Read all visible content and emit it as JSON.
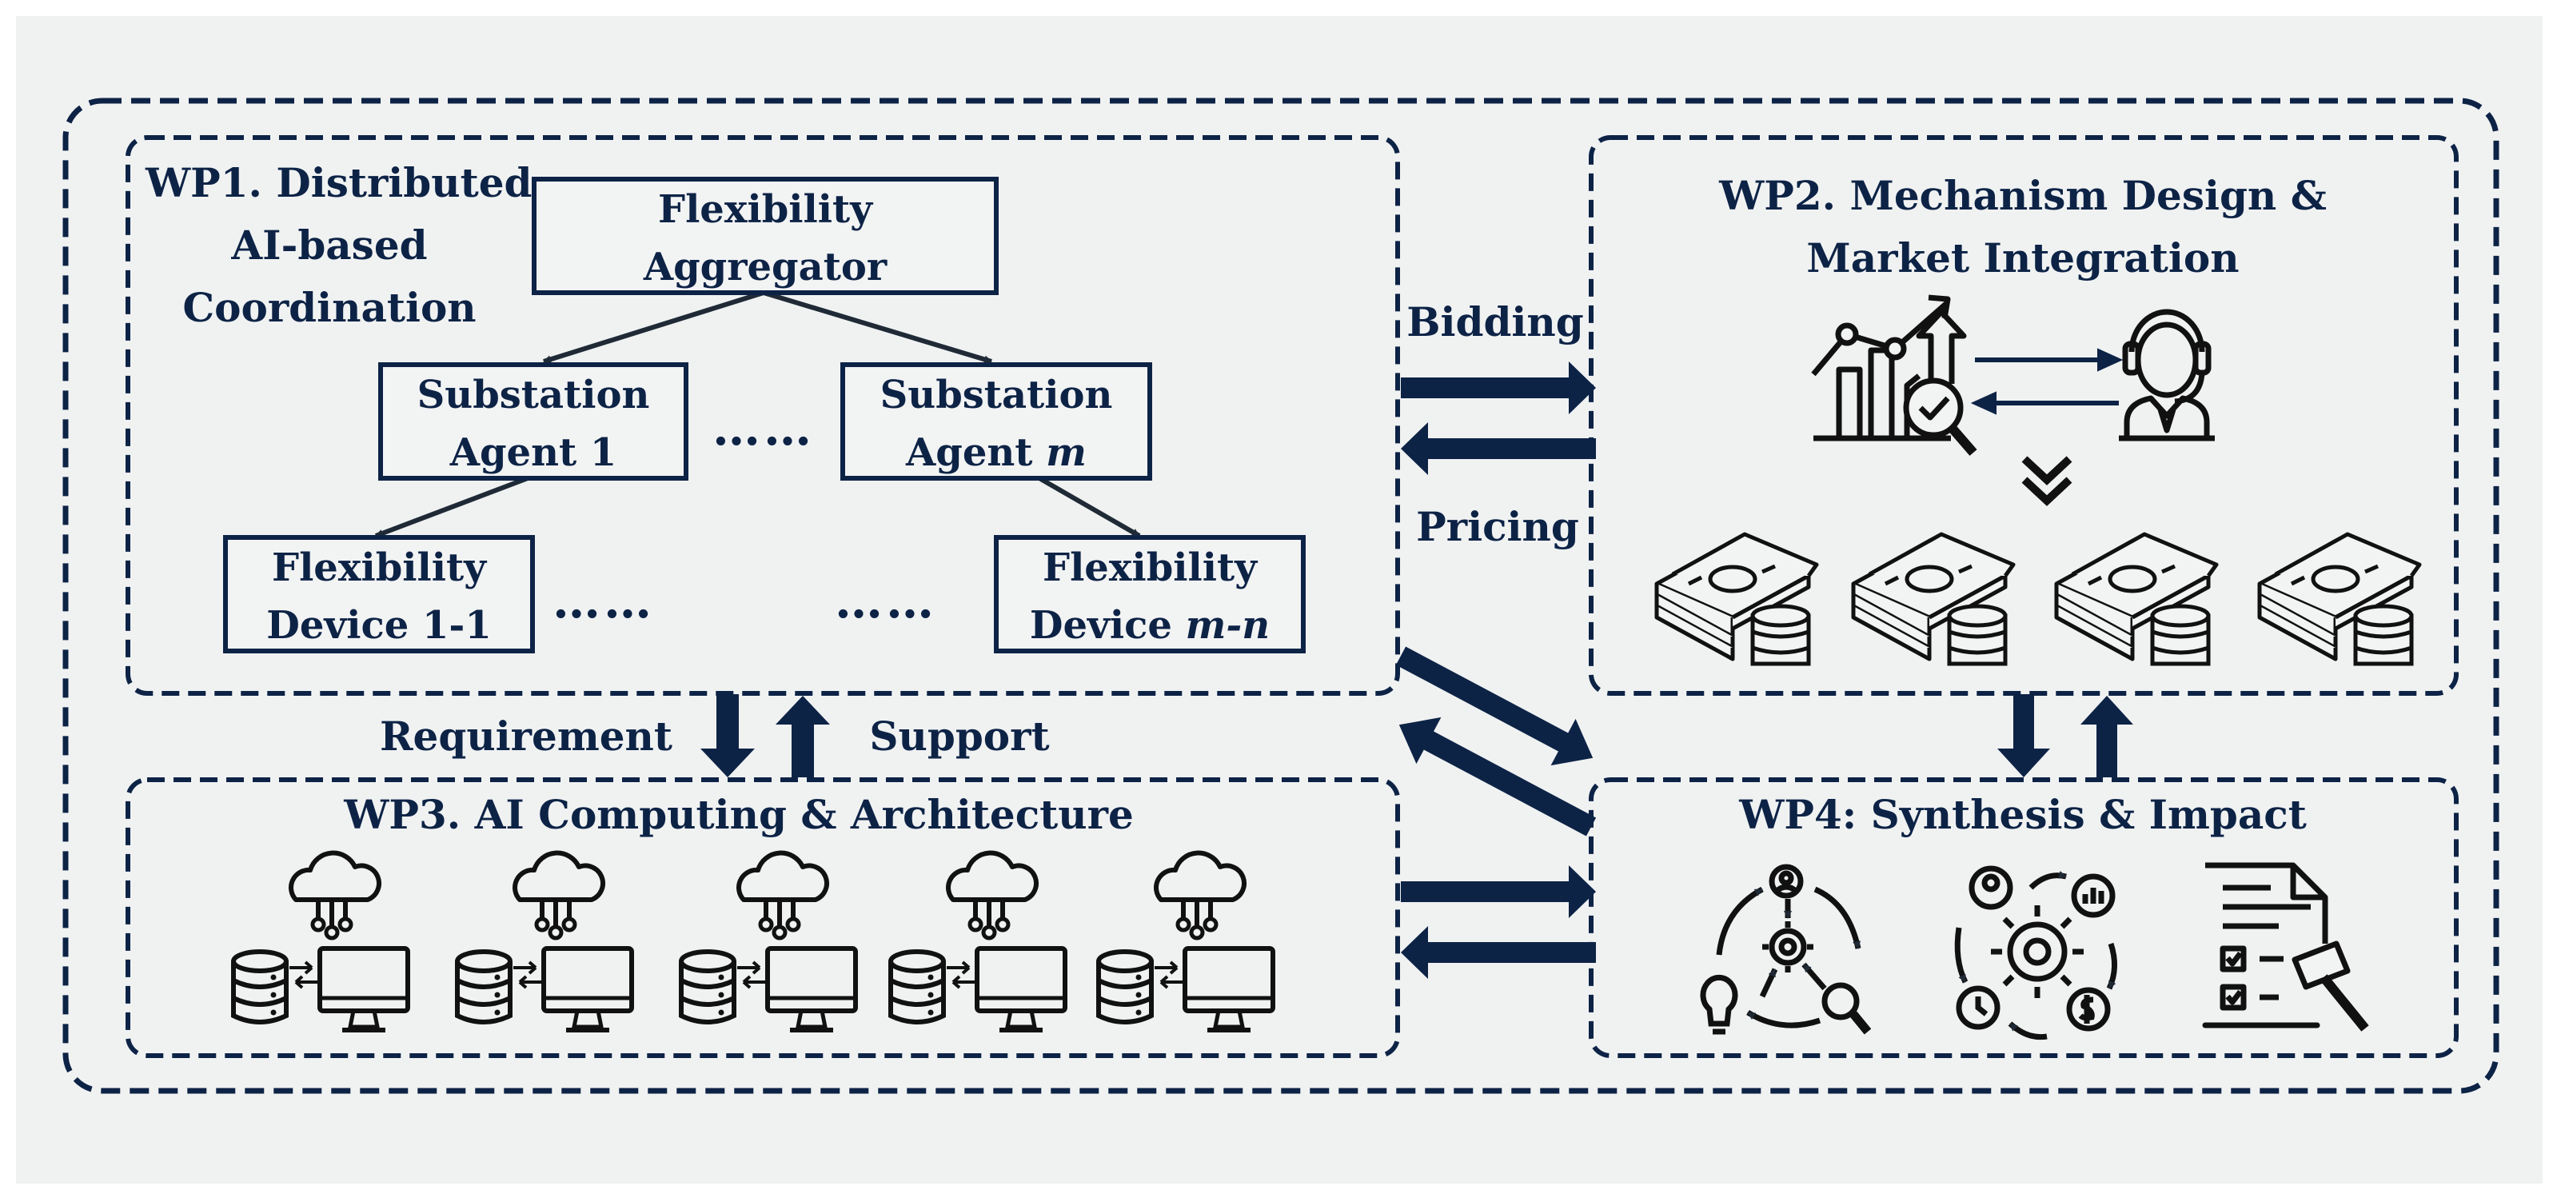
{
  "colors": {
    "navy": "#0d2346",
    "background": "#f0f2f2",
    "panel": "#f2f3f3",
    "arrow": "#1f2a36"
  },
  "wp1": {
    "title_lines": [
      "WP1. Distributed",
      "AI-based",
      "Coordination"
    ],
    "aggregator": [
      "Flexibility",
      "Aggregator"
    ],
    "substation_1": [
      "Substation",
      "Agent 1"
    ],
    "substation_m": {
      "line1": "Substation",
      "prefix": "Agent ",
      "italic": "m"
    },
    "device_1_1": [
      "Flexibility",
      "Device 1-1"
    ],
    "device_m_n": {
      "line1": "Flexibility",
      "prefix": "Device ",
      "italic": "m-n"
    },
    "ellipsis": "……"
  },
  "wp2": {
    "title_lines": [
      "WP2. Mechanism Design &",
      "Market Integration"
    ],
    "icons": [
      "market-analytics-icon",
      "operator-headset-icon",
      "double-chevron-down-icon",
      "money-stack-icon"
    ]
  },
  "wp3": {
    "title": "WP3. AI Computing & Architecture",
    "icons": [
      "cloud-computing-icon",
      "database-icon",
      "monitor-icon"
    ]
  },
  "wp4": {
    "title": "WP4: Synthesis & Impact",
    "icons": [
      "innovation-cycle-icon",
      "process-gears-icon",
      "legal-document-icon"
    ]
  },
  "edges": {
    "bidding": "Bidding",
    "pricing": "Pricing",
    "requirement": "Requirement",
    "support": "Support"
  }
}
